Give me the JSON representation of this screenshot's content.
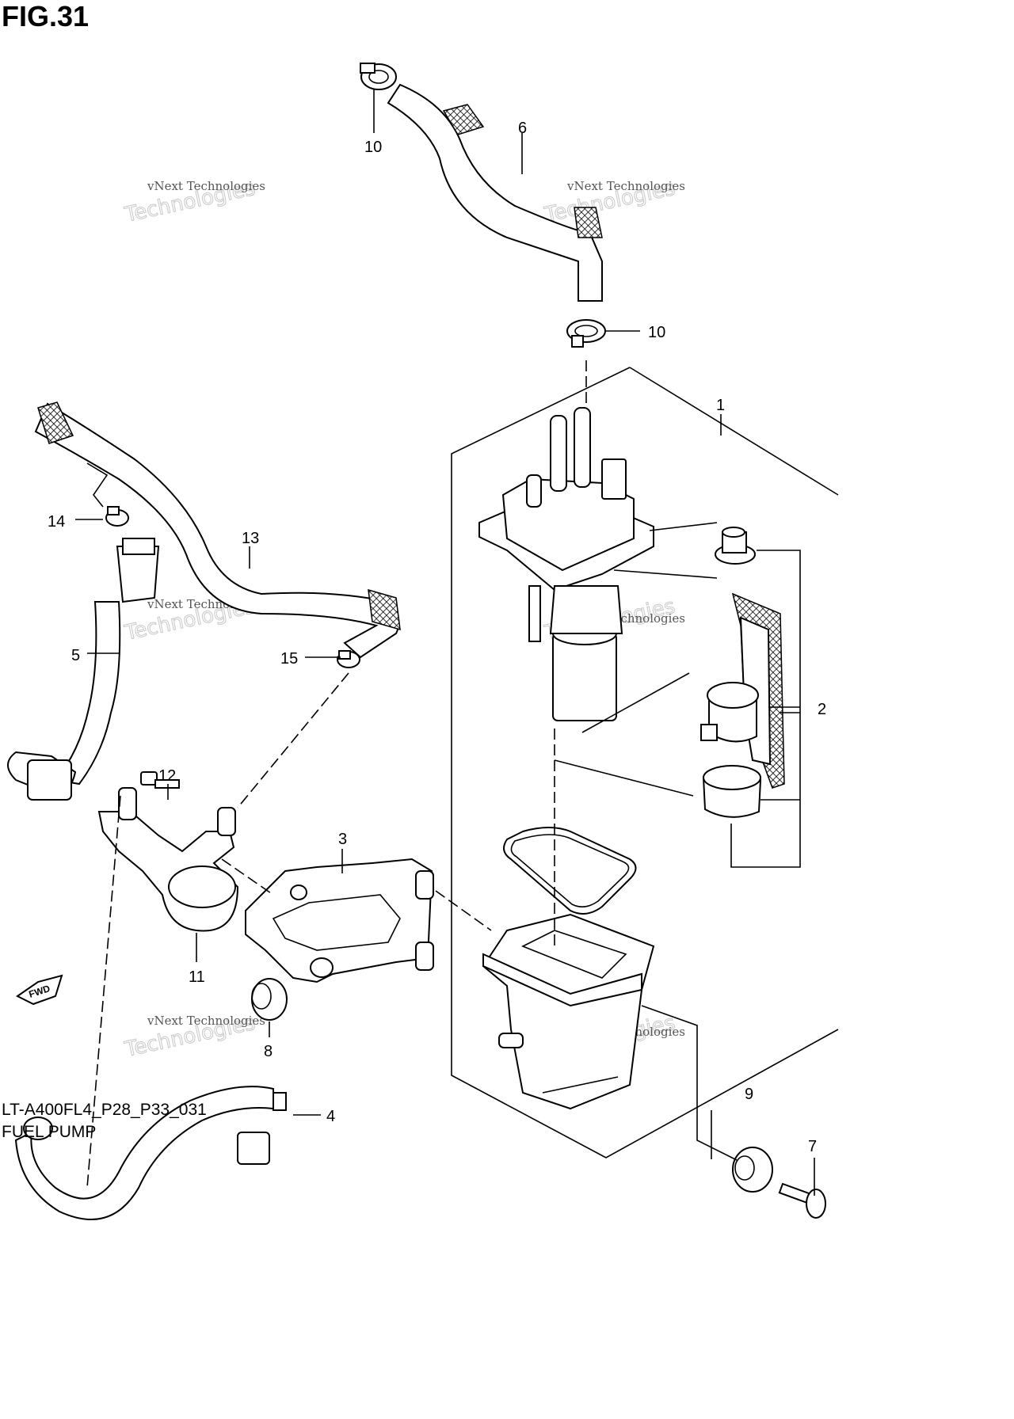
{
  "figure": {
    "title": "FIG.31"
  },
  "footer": {
    "code": "LT-A400FL4_P28_P33_031",
    "name": "FUEL PUMP"
  },
  "watermark": {
    "line1": "vNext Technologies",
    "line2": "vNext Technologies"
  },
  "direction_badge": "FWD",
  "callouts": {
    "c1": "1",
    "c2": "2",
    "c3": "3",
    "c4": "4",
    "c5": "5",
    "c6": "6",
    "c7": "7",
    "c8": "8",
    "c9": "9",
    "c10a": "10",
    "c10b": "10",
    "c11": "11",
    "c12": "12",
    "c13": "13",
    "c14": "14",
    "c15": "15"
  }
}
